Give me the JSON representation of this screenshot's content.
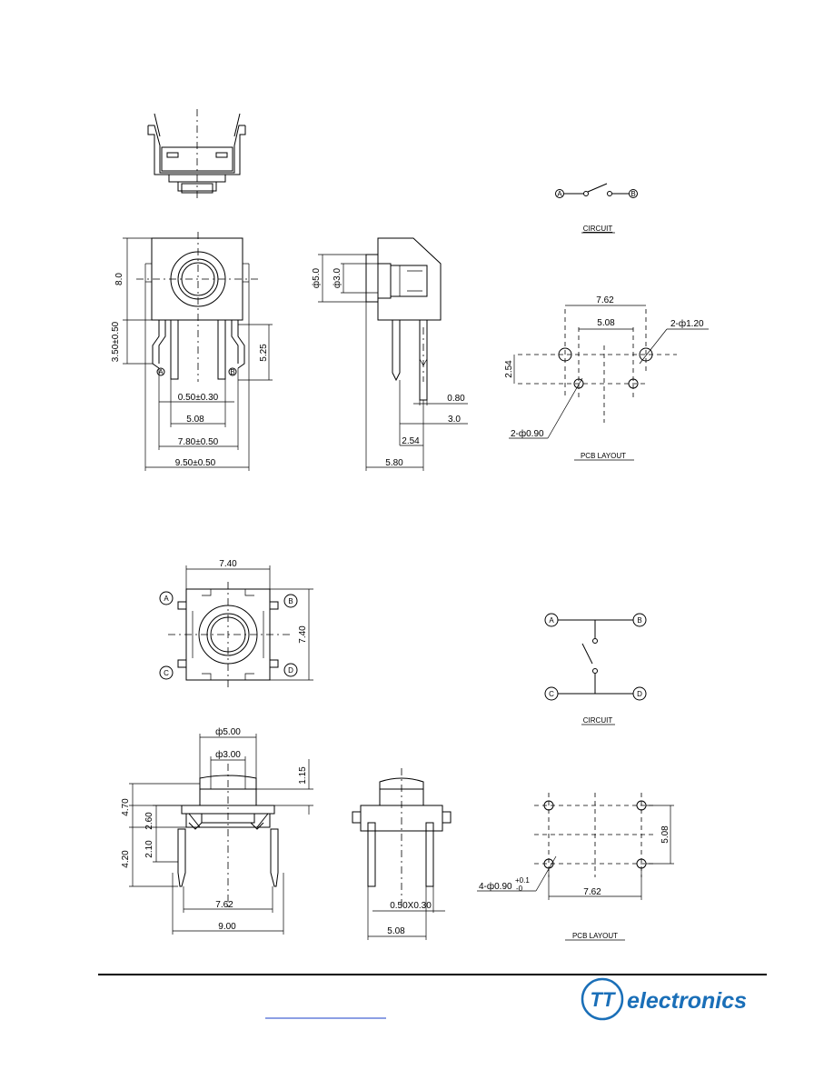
{
  "right_angle_switch": {
    "dimensions": {
      "height_body": "8.0",
      "pin_offset": "3.50±0.50",
      "pin_length": "5.25",
      "pin_width": "0.50±0.30",
      "pin_spacing": "5.08",
      "body_width": "7.80±0.50",
      "overall_width": "9.50±0.50",
      "actuator_outer": "ф5.0",
      "actuator_inner": "ф3.0",
      "side_depth": "5.80",
      "side_pin_thickness": "0.80",
      "side_pin_offset": "3.0",
      "side_pin_pitch": "2.54"
    },
    "terminals": [
      "A",
      "B"
    ],
    "circuit": {
      "label": "CIRCUIT",
      "terminals": [
        "A",
        "B"
      ]
    },
    "pcb_layout": {
      "label": "PCB   LAYOUT",
      "width_outer": "7.62",
      "width_inner": "5.08",
      "height": "2.54",
      "large_holes": "2-ф1.20",
      "small_holes": "2-ф0.90"
    }
  },
  "vertical_switch": {
    "dimensions": {
      "top_width": "7.40",
      "top_height": "7.40",
      "actuator_outer": "ф5.00",
      "actuator_inner": "ф3.00",
      "actuator_height": "1.15",
      "total_height": "4.70",
      "body_height": "2.60",
      "pin_shoulder": "2.10",
      "pin_length": "4.20",
      "pin_spacing": "7.62",
      "overall_width": "9.00",
      "pin_section": "0.50X0.30",
      "side_width": "5.08"
    },
    "terminals": [
      "A",
      "B",
      "C",
      "D"
    ],
    "circuit": {
      "label": "CIRCUIT",
      "terminals": [
        "A",
        "B",
        "C",
        "D"
      ]
    },
    "pcb_layout": {
      "label": "PCB   LAYOUT",
      "height": "5.08",
      "width": "7.62",
      "holes": "4-ф0.90",
      "tolerance_plus": "+0.1",
      "tolerance_minus": "-0"
    }
  },
  "footer": {
    "brand_mark": "TT",
    "brand_name": "electronics",
    "colors": {
      "brand": "#1a6fb8",
      "link": "#1a3fc8"
    }
  }
}
